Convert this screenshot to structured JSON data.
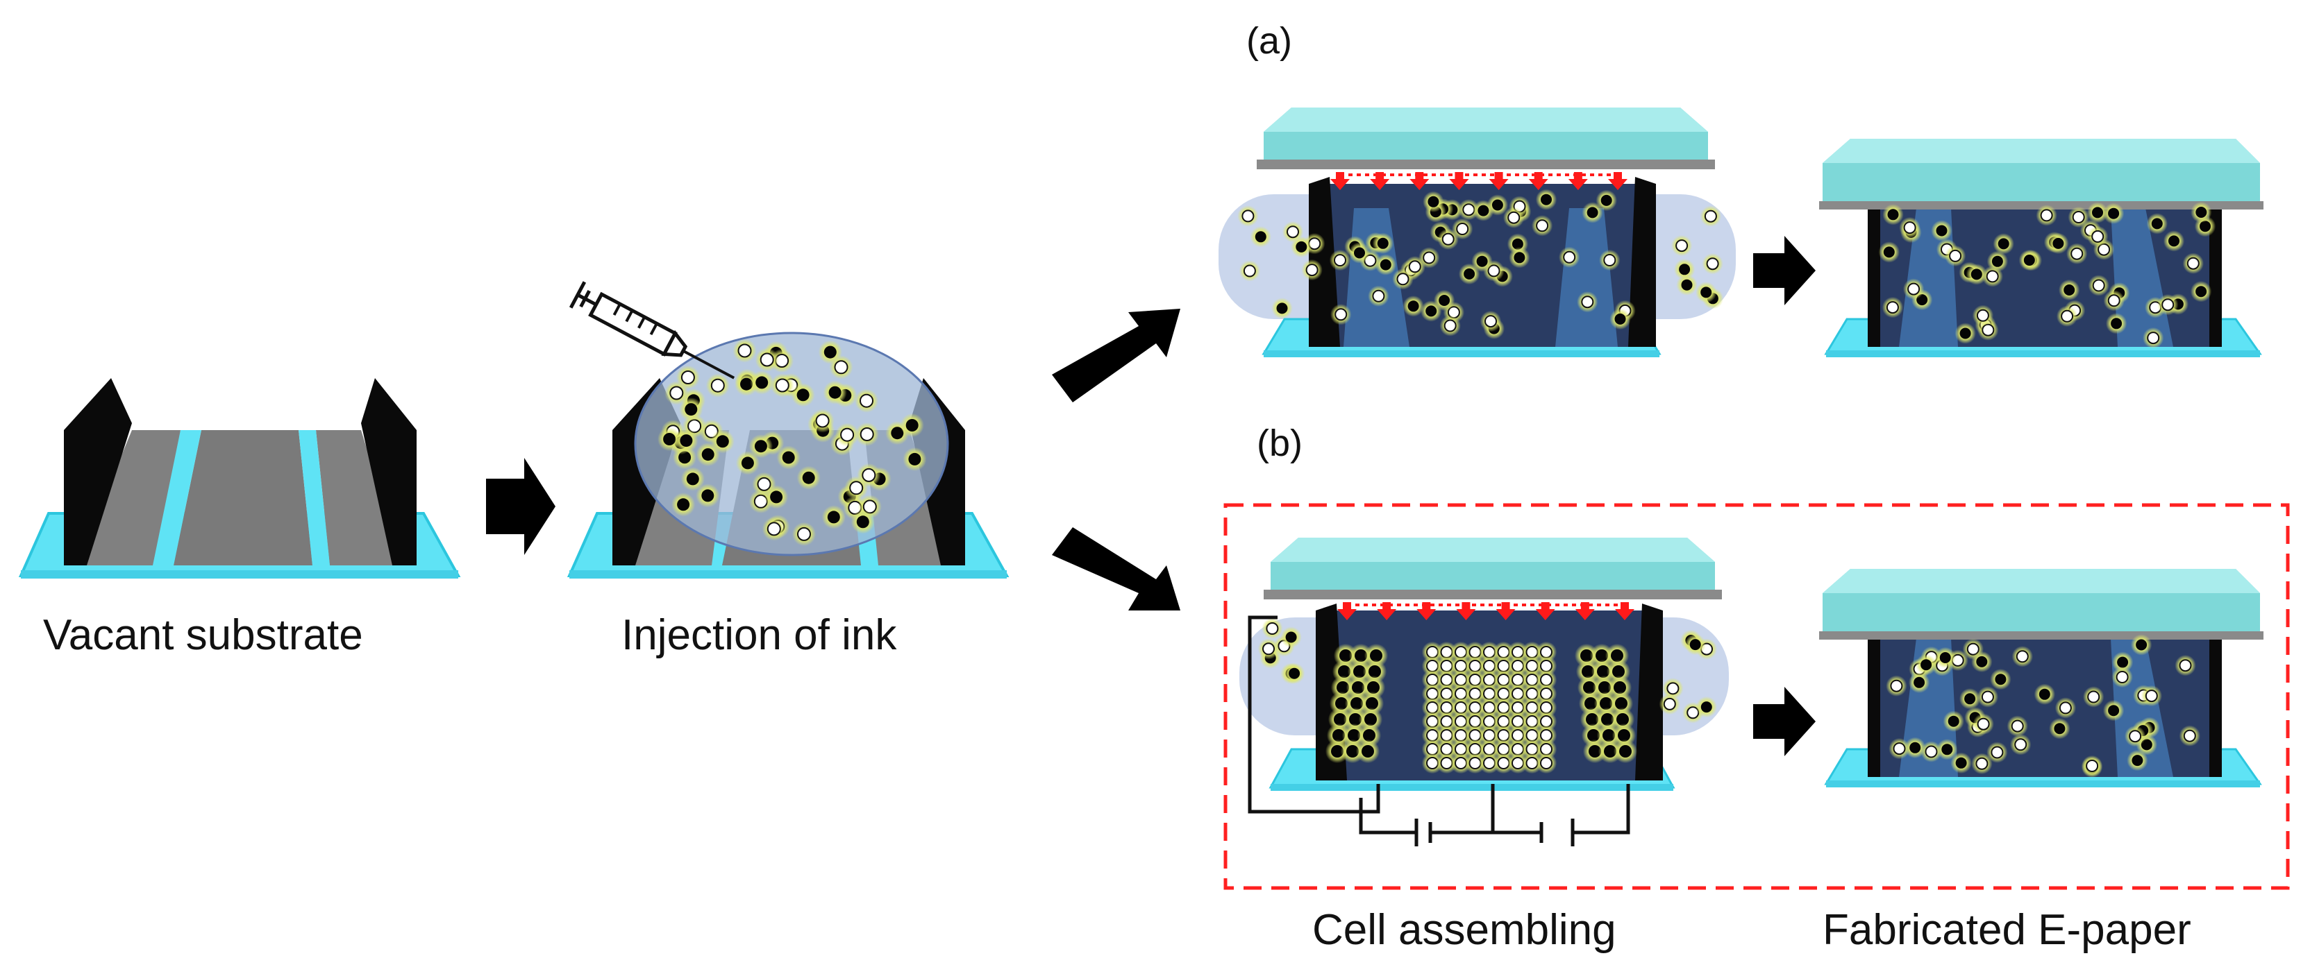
{
  "captions": {
    "vacant_substrate": "Vacant substrate",
    "injection_of_ink": "Injection of ink",
    "cell_assembling": "Cell assembling",
    "fabricated_epaper": "Fabricated E-paper"
  },
  "panel_labels": {
    "a": "(a)",
    "b": "(b)"
  },
  "colors": {
    "substrate": "#5fe3f5",
    "substrate_edge": "#2cc6de",
    "electrode_gray": "#7e7e7e",
    "spacer_black": "#0a0a0a",
    "top_plate": "#7ed8d8",
    "top_plate_top": "#a9ecec",
    "cell_interior": "#1c2b4a",
    "ink_blue": "#9fb7d6",
    "particle_glow": "#e6ee7a",
    "force_arrow": "#ff1a1a",
    "dash_box": "#ff2020",
    "process_arrow": "#000000"
  },
  "icons": [
    "syringe-icon",
    "process-arrow-icon",
    "force-arrow-icon",
    "voltage-source-icon"
  ]
}
